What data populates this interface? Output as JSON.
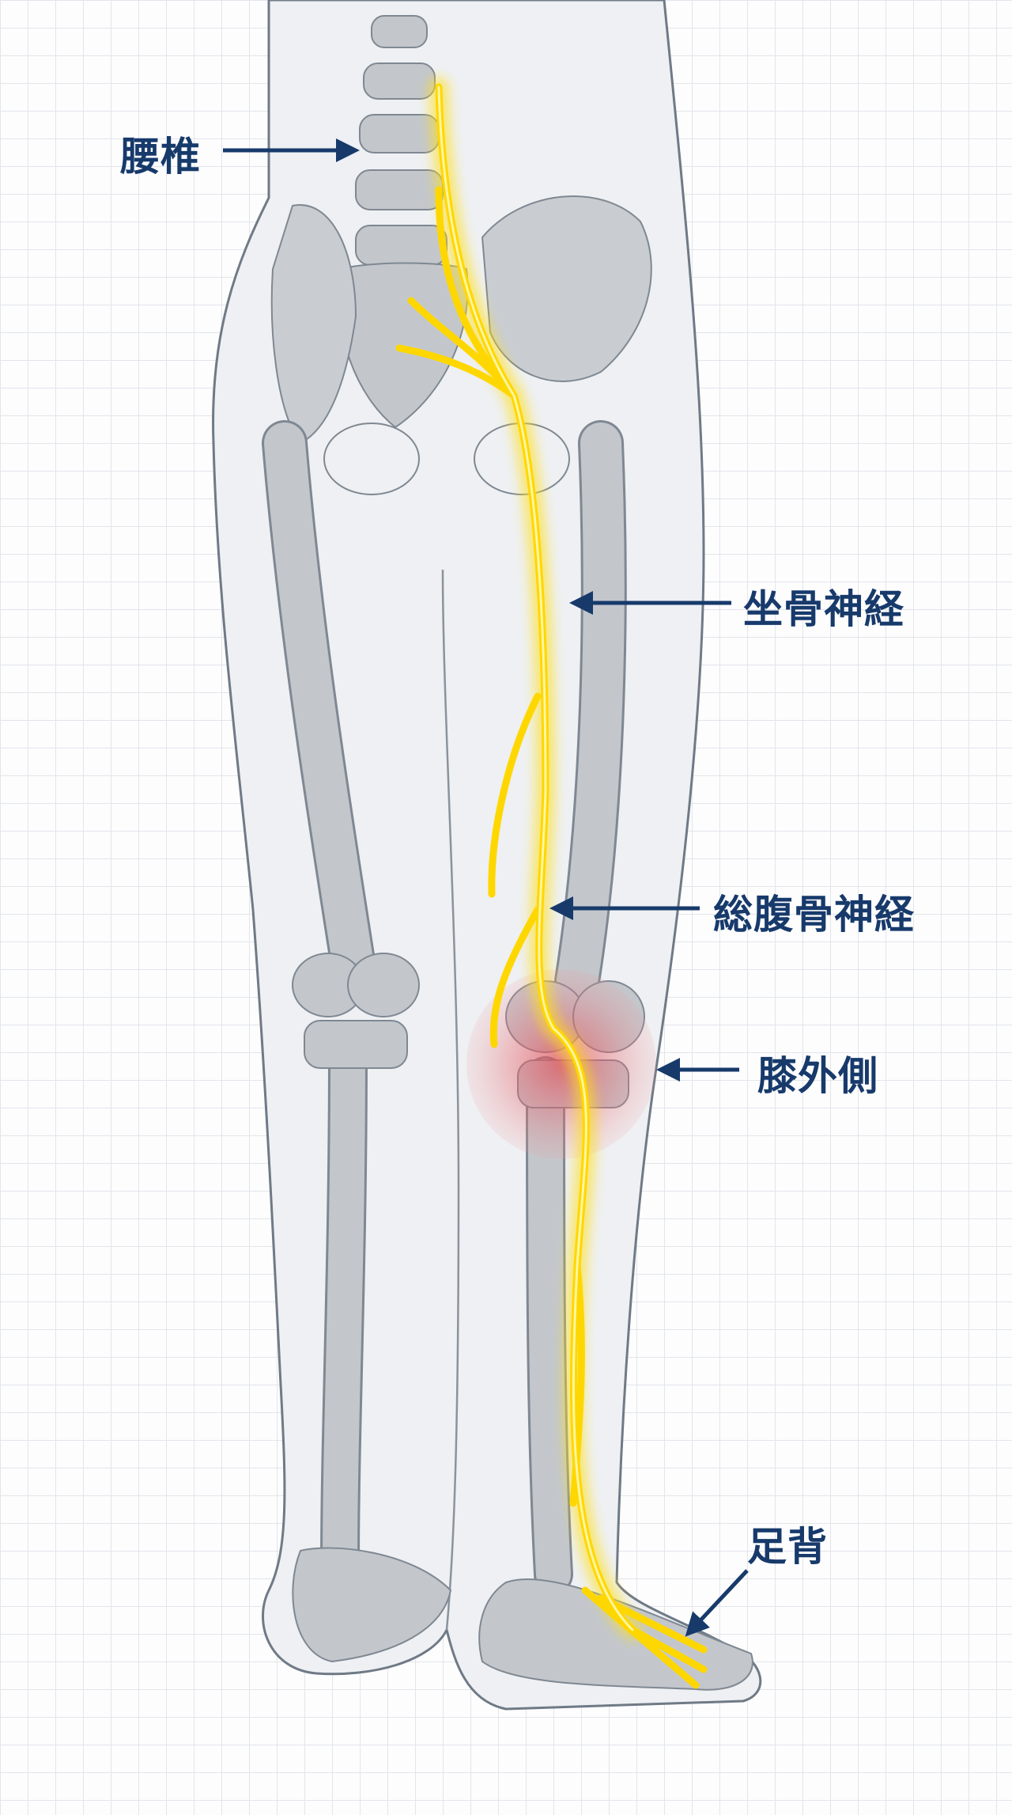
{
  "labels": {
    "lumbar": "腰椎",
    "sciatic_nerve": "坐骨神経",
    "common_nerve": "総腹骨神経",
    "lateral_knee": "膝外側",
    "dorsum_foot": "足背"
  },
  "colors": {
    "label": "#173a6b",
    "nerve": "#ffe01a",
    "pain_area": "#e0505a",
    "bone": "#c3c7cc",
    "skin": "#eef0f3"
  }
}
